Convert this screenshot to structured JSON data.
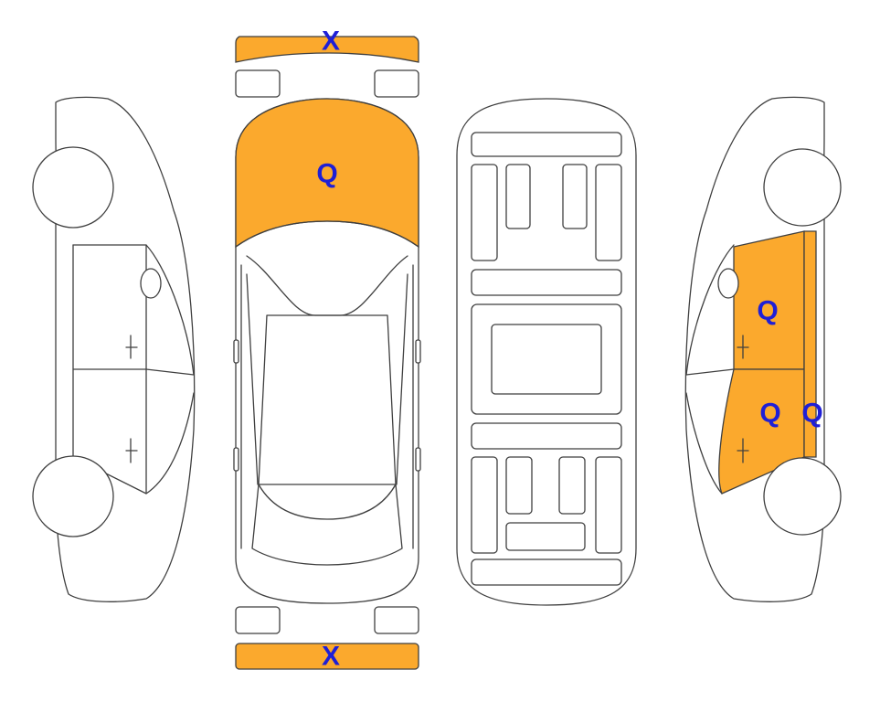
{
  "colors": {
    "damage_fill": "#FBA92D",
    "label": "#1F1FD6",
    "outline": "#3F3F3F"
  },
  "views": {
    "left_side": {
      "name": "car-left-side-view"
    },
    "top": {
      "name": "car-top-view"
    },
    "underside": {
      "name": "car-underside-view"
    },
    "right_side": {
      "name": "car-right-side-view"
    }
  },
  "markers": {
    "front_bumper": "X",
    "hood": "Q",
    "rear_bumper": "X",
    "right_front_door": "Q",
    "right_rear_door": "Q",
    "right_pillar": "Q"
  }
}
